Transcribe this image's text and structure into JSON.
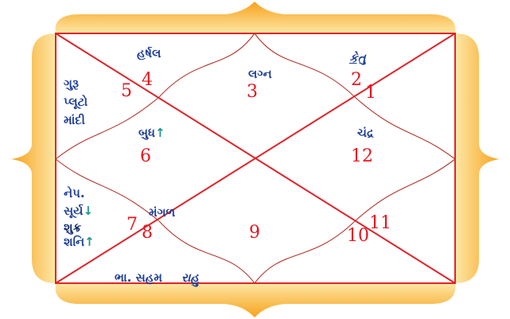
{
  "colors": {
    "frame_light": "#fde19a",
    "frame_dark": "#f29a1a",
    "border": "#e0242a",
    "inner_curves": "#b3362e",
    "house_number": "#e8141e",
    "planet_text": "#1f3f96",
    "arrow": "#1a9a8a"
  },
  "house_numbers": {
    "h1": "1",
    "h2": "2",
    "h3": "3",
    "h4": "4",
    "h5": "5",
    "h6": "6",
    "h7": "7",
    "h8": "8",
    "h9": "9",
    "h10": "10",
    "h11": "11",
    "h12": "12"
  },
  "planets": {
    "harshal": "હર્ષલ",
    "ketu": "કેતુ",
    "lagna": "લગ્ન",
    "guru": "ગુરૂ",
    "pluto": "પ્લૂટો",
    "mandi": "માંદી",
    "budh": "બુધ",
    "budh_arrow": "↑",
    "chandra": "ચંદ્ર",
    "nep": "નેપ.",
    "surya": "સૂર્ય",
    "surya_arrow": "↓",
    "shukra": "શુક્ર",
    "shani": "શનિ",
    "shani_arrow": "↑",
    "mangal": "મંગળ",
    "bha_saham": "ભા. સહમ",
    "rahu": "રાહુ"
  }
}
